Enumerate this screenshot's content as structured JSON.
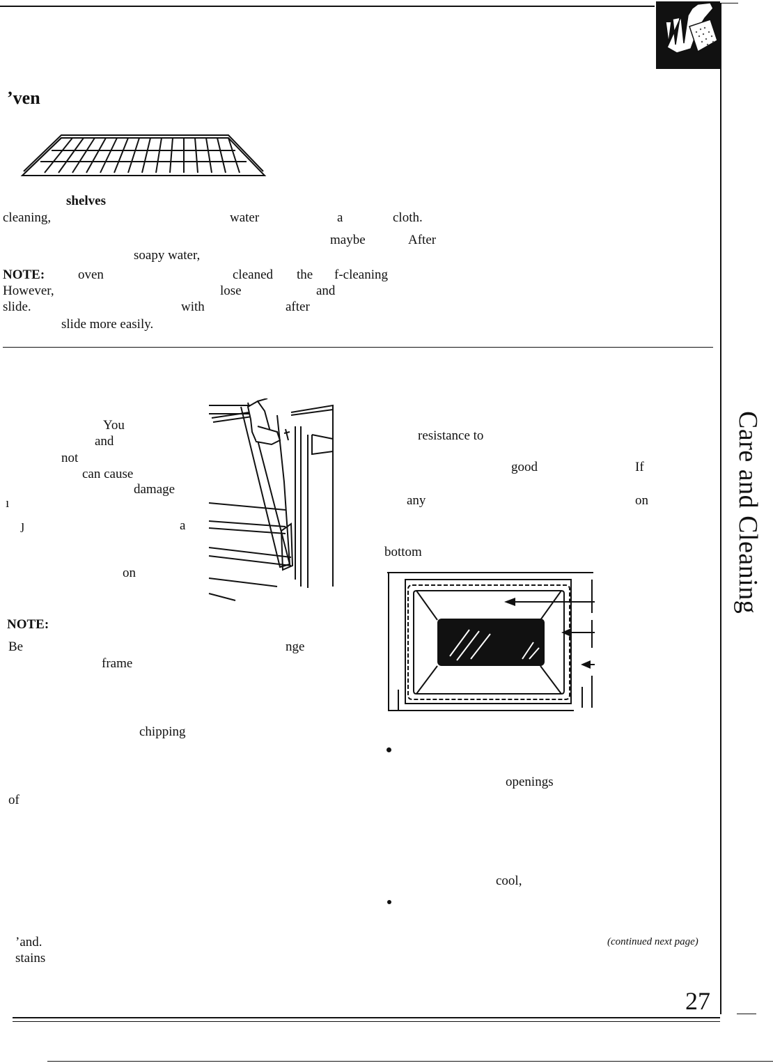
{
  "heading": "ʼven",
  "shelf_section": {
    "subheading": "shelves",
    "lines": [
      "cleaning,",
      "water",
      "a",
      "cloth.",
      "maybe",
      "After",
      "soapy water,",
      "NOTE:",
      "oven",
      "cleaned",
      "the",
      "f-cleaning",
      "However,",
      "lose",
      "and",
      "slide.",
      "with",
      "after",
      "slide more easily."
    ]
  },
  "door_section": {
    "fragments": [
      "You",
      "and",
      "not",
      "can cause",
      "damage",
      "a",
      "on"
    ],
    "note_label": "NOTE:",
    "note_fragments": [
      "Be",
      "nge",
      "frame"
    ],
    "more": [
      "chipping",
      "of",
      "ʼand.",
      "stains"
    ]
  },
  "gasket_section": {
    "fragments": [
      "resistance to",
      "good",
      "If",
      "any",
      "on",
      "bottom"
    ],
    "bullet_fragments": [
      "openings",
      "cool,"
    ]
  },
  "sidebar": {
    "title": "Care and Cleaning"
  },
  "footer": {
    "continued": "(continued next page)",
    "page_number": "27"
  }
}
